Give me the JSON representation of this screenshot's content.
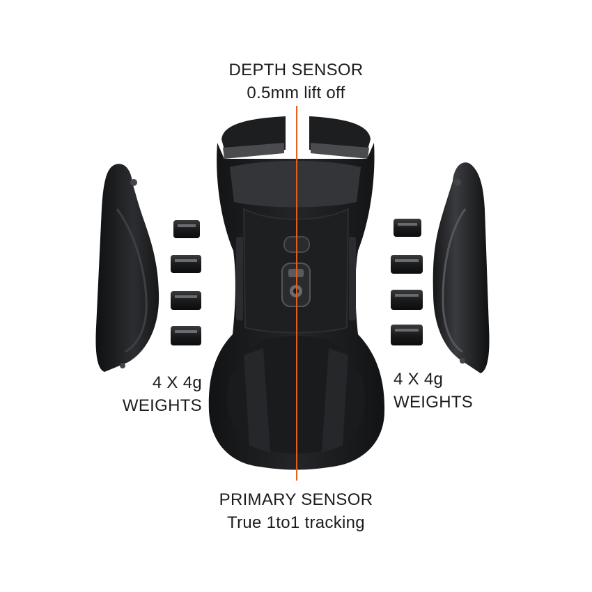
{
  "labels": {
    "depth_sensor": {
      "title": "DEPTH SENSOR",
      "detail": "0.5mm lift off"
    },
    "primary_sensor": {
      "title": "PRIMARY SENSOR",
      "detail": "True 1to1 tracking"
    },
    "weights_left": {
      "count": "4 X 4g",
      "name": "WEIGHTS"
    },
    "weights_right": {
      "count": "4 X 4g",
      "name": "WEIGHTS"
    }
  },
  "colors": {
    "background": "#ffffff",
    "body": "#1b1c1e",
    "body_highlight": "#3a3b3e",
    "sensor_line": "#e0601e"
  },
  "icons": [
    "mouse-body",
    "side-panel-left",
    "side-panel-right",
    "weight-block",
    "sensor-line"
  ]
}
